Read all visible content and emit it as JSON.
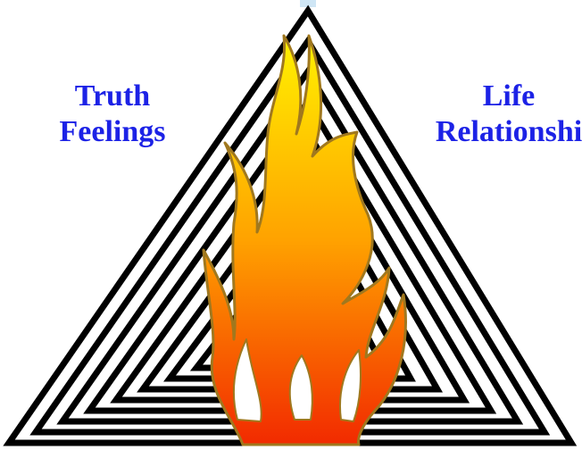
{
  "labels": {
    "left": {
      "line1": "Truth",
      "line2": "Feelings"
    },
    "right": {
      "line1": "Life",
      "line2": "Relationshi"
    }
  },
  "colors": {
    "label_text": "#1c22e6",
    "maze_stroke": "#000000",
    "flame_top": "#fff200",
    "flame_mid": "#ffa200",
    "flame_bottom": "#f22a00",
    "flame_outline": "#a0781e",
    "top_accent": "#cfe6f5"
  },
  "icons": {
    "maze": "triangle-labyrinth-icon",
    "flame": "flame-icon",
    "arrow": "up-arrow-icon"
  }
}
